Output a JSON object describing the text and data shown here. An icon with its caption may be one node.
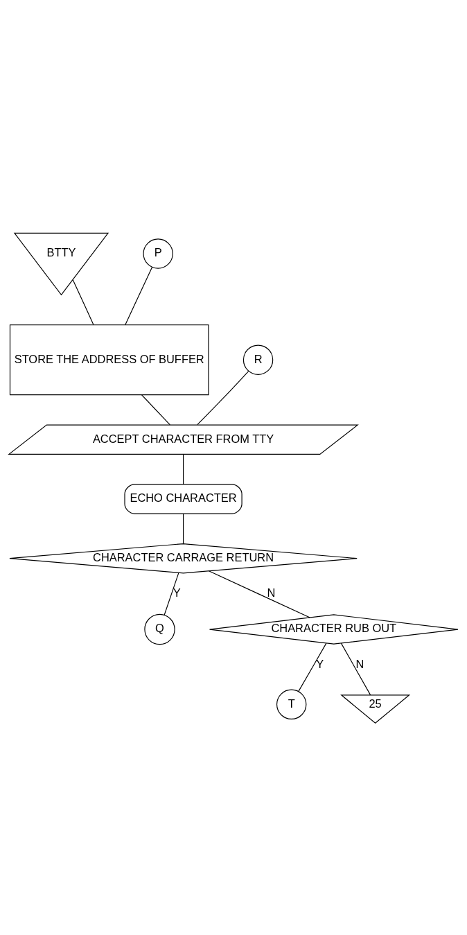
{
  "diagram": {
    "nodes": [
      {
        "text": [
          "BTTY"
        ]
      },
      {
        "text": [
          "P"
        ]
      },
      {
        "text": [
          "STORE THE ADDRESS OF BUFFER"
        ]
      },
      {
        "text": [
          "R"
        ]
      },
      {
        "text": [
          "ACCEPT CHARACTER FROM TTY"
        ]
      },
      {
        "text": [
          "ECHO CHARACTER"
        ]
      },
      {
        "text": [
          "CHARACTER CARRAGE RETURN"
        ]
      },
      {
        "text": [
          "Q"
        ]
      },
      {
        "text": [
          "CHARACTER RUB OUT"
        ]
      },
      {
        "text": [
          "T"
        ]
      },
      {
        "text": [
          "25"
        ]
      }
    ],
    "edges": [
      {
        "from": 0,
        "to": 2,
        "arrow": "none"
      },
      {
        "from": 1,
        "to": 2,
        "arrow": "none"
      },
      {
        "from": 2,
        "to": 4,
        "arrow": "none"
      },
      {
        "from": 3,
        "to": 4,
        "arrow": "none"
      },
      {
        "from": 4,
        "to": 5,
        "arrow": "none"
      },
      {
        "from": 5,
        "to": 6,
        "arrow": "none"
      },
      {
        "from": 6,
        "to": 7,
        "label": "Y",
        "arrow": "none"
      },
      {
        "from": 6,
        "to": 8,
        "label": "N",
        "arrow": "none"
      },
      {
        "from": 8,
        "to": 9,
        "label": "Y",
        "arrow": "none"
      },
      {
        "from": 8,
        "to": 10,
        "label": "N",
        "arrow": "none"
      }
    ]
  }
}
